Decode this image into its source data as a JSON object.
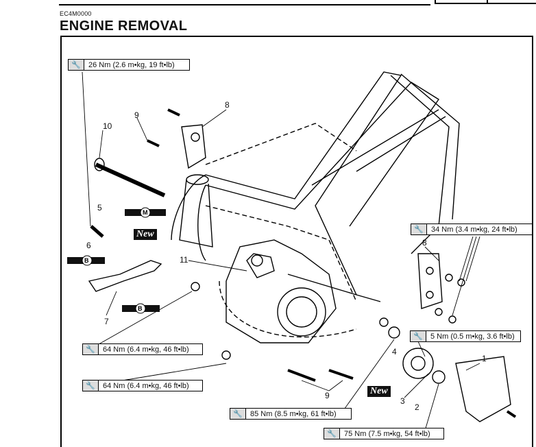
{
  "header": {
    "code": "EC4M0000",
    "title": "ENGINE REMOVAL"
  },
  "torque_specs": [
    "26 Nm (2.6 m•kg, 19 ft•lb)",
    "34 Nm (3.4 m•kg, 24 ft•lb)",
    "5 Nm (0.5 m•kg, 3.6 ft•lb)",
    "64 Nm (6.4 m•kg, 46 ft•lb)",
    "64 Nm (6.4 m•kg, 46 ft•lb)",
    "85 Nm (8.5 m•kg, 61 ft•lb)",
    "75 Nm (7.5 m•kg, 54 ft•lb)"
  ],
  "part_numbers": [
    "10",
    "9",
    "8",
    "5",
    "6",
    "7",
    "11",
    "8",
    "4",
    "3",
    "2",
    "1",
    "9"
  ],
  "new_tag": "New",
  "lube_marks": [
    "M",
    "B",
    "B"
  ],
  "icons": {
    "torque": "wrench-icon"
  }
}
